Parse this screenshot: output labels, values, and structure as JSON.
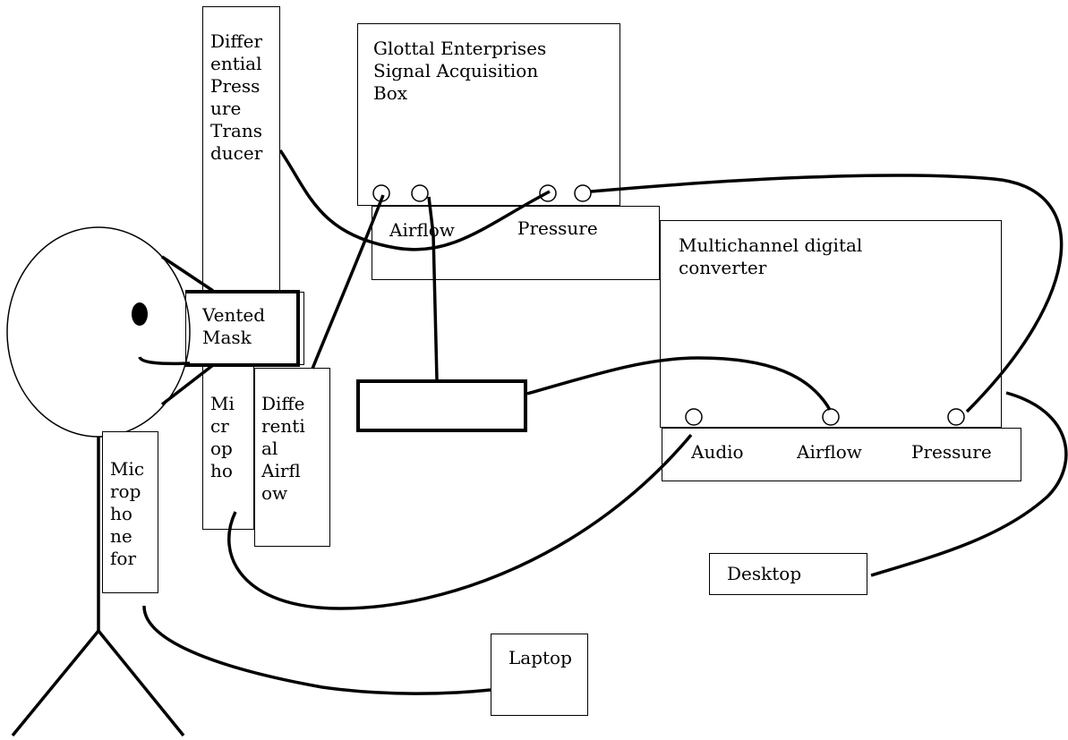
{
  "diagram": {
    "nodes": {
      "pressure_transducer": {
        "label": "Differ\nential\nPress\nure\nTrans\nducer"
      },
      "signal_box": {
        "label": "Glottal Enterprises\nSignal Acquisition\nBox"
      },
      "signal_box_airflow": {
        "label": "Airflow"
      },
      "signal_box_pressure": {
        "label": "Pressure"
      },
      "converter": {
        "label": "Multichannel digital\nconverter"
      },
      "converter_audio": {
        "label": "Audio"
      },
      "converter_airflow": {
        "label": "Airflow"
      },
      "converter_pressure": {
        "label": "Pressure"
      },
      "vented_mask": {
        "label": "Vented\nMask"
      },
      "microphone_mask": {
        "label": "Mi\ncr\nop\nho"
      },
      "differential_airflow": {
        "label": "Diffe\nrenti\nal\nAirfl\now"
      },
      "microphone_for": {
        "label": "Mic\nrop\nho\nne\nfor"
      },
      "desktop": {
        "label": "Desktop"
      },
      "laptop": {
        "label": "Laptop"
      },
      "blank_box": {
        "label": ""
      },
      "person": {
        "label": ""
      }
    },
    "edges": [
      {
        "from": "pressure_transducer",
        "to": "signal_box_pressure"
      },
      {
        "from": "differential_airflow",
        "to": "signal_box_airflow"
      },
      {
        "from": "signal_box_airflow",
        "to": "blank_box"
      },
      {
        "from": "blank_box",
        "to": "converter_airflow"
      },
      {
        "from": "signal_box_pressure",
        "to": "converter_pressure"
      },
      {
        "from": "microphone_mask",
        "to": "converter_audio"
      },
      {
        "from": "converter",
        "to": "desktop"
      },
      {
        "from": "microphone_for",
        "to": "laptop"
      }
    ],
    "colors": {
      "stroke": "#000000",
      "background": "#ffffff"
    }
  }
}
